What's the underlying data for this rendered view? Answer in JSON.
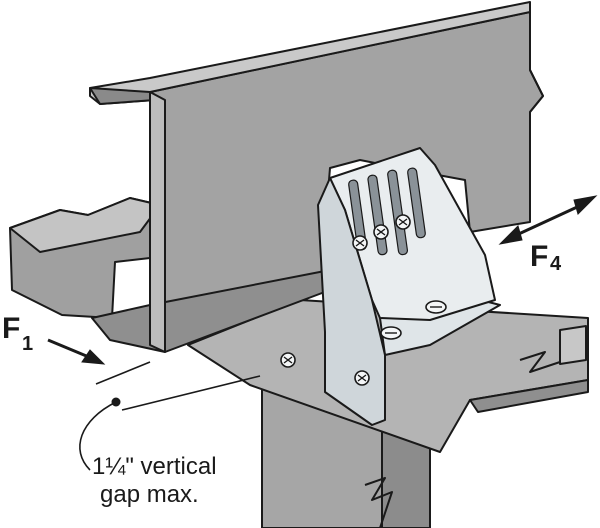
{
  "forces": {
    "f1_letter": "F",
    "f1_sub": "1",
    "f4_letter": "F",
    "f4_sub": "4"
  },
  "note": {
    "line1": "1¼\" vertical",
    "line2": "gap max."
  },
  "colors": {
    "steel": "#a3a3a3",
    "steel_dark": "#7d7d7d",
    "steel_light": "#c7c7c7",
    "bracket": "#e9edef",
    "bracket_shade": "#cfd6da",
    "outline": "#1a1a1a"
  }
}
